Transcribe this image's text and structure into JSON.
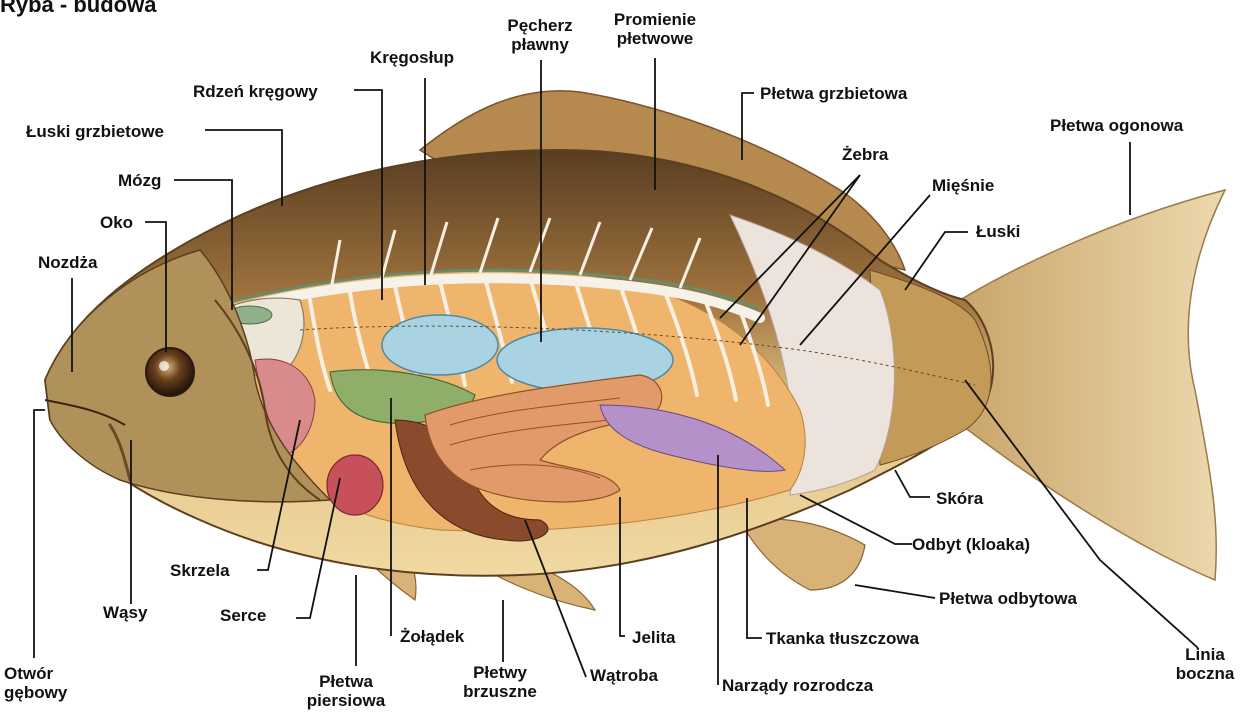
{
  "title": "Ryba - budowa",
  "labels": {
    "nozdza": "Nozdża",
    "oko": "Oko",
    "mozg": "Mózg",
    "luski_grzbietowe": "Łuski grzbietowe",
    "rdzen": "Rdzeń kręgowy",
    "kregoslup": "Kręgosłup",
    "pecherz_1": "Pęcherz",
    "pecherz_2": "pławny",
    "promienie_1": "Promienie",
    "promienie_2": "płetwowe",
    "pletwa_grzbietowa": "Płetwa grzbietowa",
    "pletwa_ogonowa": "Płetwa ogonowa",
    "zebra": "Żebra",
    "miesnie": "Mięśnie",
    "luski": "Łuski",
    "skora": "Skóra",
    "odbyt": "Odbyt (kloaka)",
    "pletwa_odbytowa": "Płetwa odbytowa",
    "tkanka": "Tkanka tłuszczowa",
    "linia_1": "Linia",
    "linia_2": "boczna",
    "narzady": "Narządy rozrodcza",
    "watroba": "Wątroba",
    "jelita": "Jelita",
    "pletwy_brzuszne_1": "Płetwy",
    "pletwy_brzuszne_2": "brzuszne",
    "zoladek": "Żołądek",
    "pletwa_piersiowa_1": "Płetwa",
    "pletwa_piersiowa_2": "piersiowa",
    "serce": "Serce",
    "skrzela": "Skrzela",
    "wasy": "Wąsy",
    "otwor_1": "Otwór",
    "otwor_2": "gębowy"
  }
}
